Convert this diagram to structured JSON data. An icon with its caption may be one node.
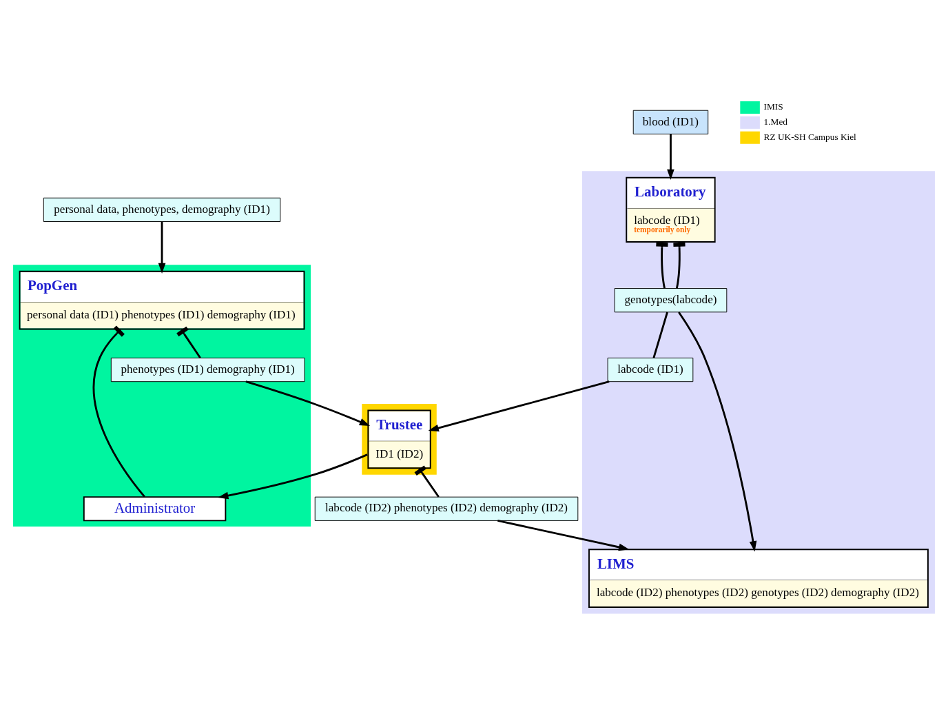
{
  "diagram": {
    "nodes": [
      {
        "text": [
          "personal data, phenotypes, demography (ID1)"
        ]
      },
      {
        "text": [
          "blood (ID1)"
        ]
      },
      {
        "text": [],
        "shape": "box"
      },
      {
        "text": [
          "PopGen",
          "personal data (ID1) phenotypes (ID1) demography (ID1)"
        ],
        "in": 2
      },
      {
        "text": [
          "phenotypes (ID1) demography (ID1)"
        ],
        "in": 2
      },
      {
        "text": [
          "Administrator"
        ],
        "in": 2
      },
      {
        "text": [],
        "shape": "box"
      },
      {
        "text": [
          "Laboratory",
          "labcode (ID1)",
          "temporarily only"
        ],
        "in": 6
      },
      {
        "text": [
          "LIMS",
          "labcode (ID2) phenotypes (ID2) genotypes (ID2) demography (ID2)"
        ],
        "in": 6
      },
      {
        "text": [
          "genotypes(labcode)"
        ],
        "in": 6
      },
      {
        "text": [
          "labcode (ID1)"
        ],
        "in": 6
      },
      {
        "text": [],
        "shape": "box"
      },
      {
        "text": [
          "Trustee",
          "ID1 (ID2)"
        ],
        "in": 11
      },
      {
        "text": [
          "labcode (ID2) phenotypes (ID2) demography (ID2)"
        ]
      }
    ],
    "edges": [
      {
        "from": 0,
        "to": 3,
        "arrow": "to"
      },
      {
        "from": 1,
        "to": 7,
        "arrow": "to"
      },
      {
        "from": 3,
        "to": 4,
        "arrow": "other"
      },
      {
        "from": 3,
        "to": 5,
        "arrow": "other"
      },
      {
        "from": 4,
        "to": 12,
        "arrow": "to"
      },
      {
        "from": 12,
        "to": 5,
        "arrow": "to"
      },
      {
        "from": 7,
        "to": 9,
        "arrow": "other"
      },
      {
        "from": 7,
        "to": 9,
        "arrow": "other"
      },
      {
        "from": 9,
        "to": 8,
        "arrow": "to"
      },
      {
        "from": 9,
        "to": 10,
        "arrow": "none"
      },
      {
        "from": 10,
        "to": 12,
        "arrow": "to"
      },
      {
        "from": 12,
        "to": 13,
        "arrow": "other"
      },
      {
        "from": 13,
        "to": 8,
        "arrow": "to"
      }
    ],
    "legend": [
      {
        "text": "IMIS",
        "color": "#00f5a0"
      },
      {
        "text": "1.Med",
        "color": "#dcdcfc"
      },
      {
        "text": "RZ UK-SH Campus Kiel",
        "color": "#ffd700"
      }
    ]
  }
}
